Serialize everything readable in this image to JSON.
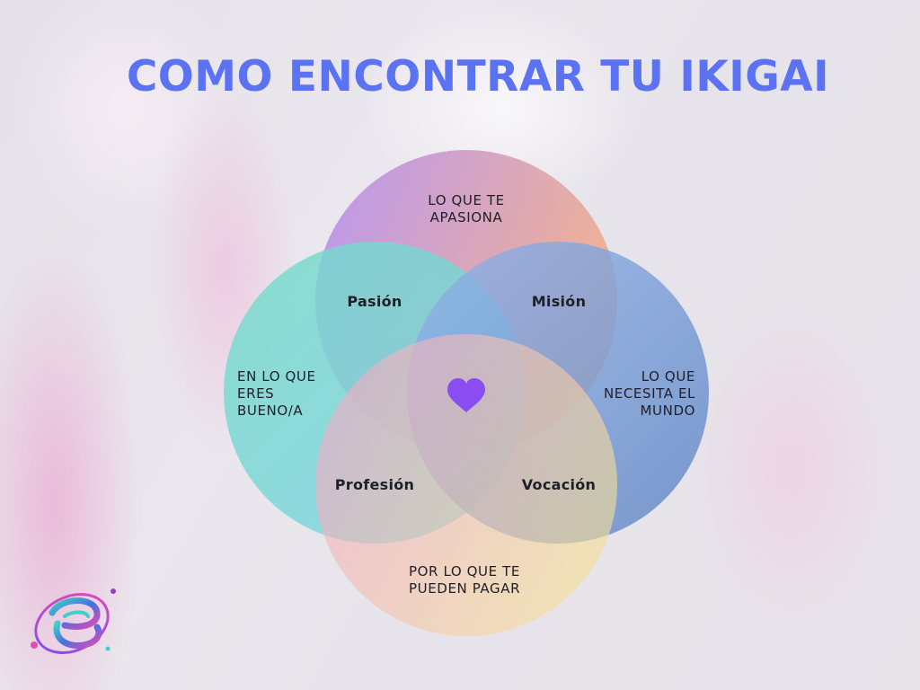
{
  "title": "COMO ENCONTRAR TU IKIGAI",
  "circles": {
    "top": "LO QUE TE APASIONA",
    "left": "EN LO QUE ERES BUENO/A",
    "right": "LO QUE NECESITA EL MUNDO",
    "bottom": "POR LO QUE TE PUEDEN PAGAR"
  },
  "circle_lines": {
    "top": [
      "LO QUE TE",
      "APASIONA"
    ],
    "left": [
      "EN LO QUE",
      "ERES",
      "BUENO/A"
    ],
    "right": [
      "LO QUE",
      "NECESITA EL",
      "MUNDO"
    ],
    "bottom": [
      "POR LO QUE TE",
      "PUEDEN PAGAR"
    ]
  },
  "intersections": {
    "top_left": "Pasión",
    "top_right": "Misión",
    "bottom_left": "Profesión",
    "bottom_right": "Vocación"
  },
  "center_icon": "heart-icon",
  "logo_icon": "brand-logo-icon",
  "colors": {
    "title": "#5b72f2",
    "heart": "#8a4df2",
    "top_circle": [
      "#b58cf0",
      "#f0a98a"
    ],
    "left_circle": [
      "#6fd8d2",
      "#86cfe0"
    ],
    "right_circle": [
      "#8cb0e8",
      "#5f86c8"
    ],
    "bottom_circle": [
      "#f2a6c8",
      "#f6dc9a"
    ]
  }
}
